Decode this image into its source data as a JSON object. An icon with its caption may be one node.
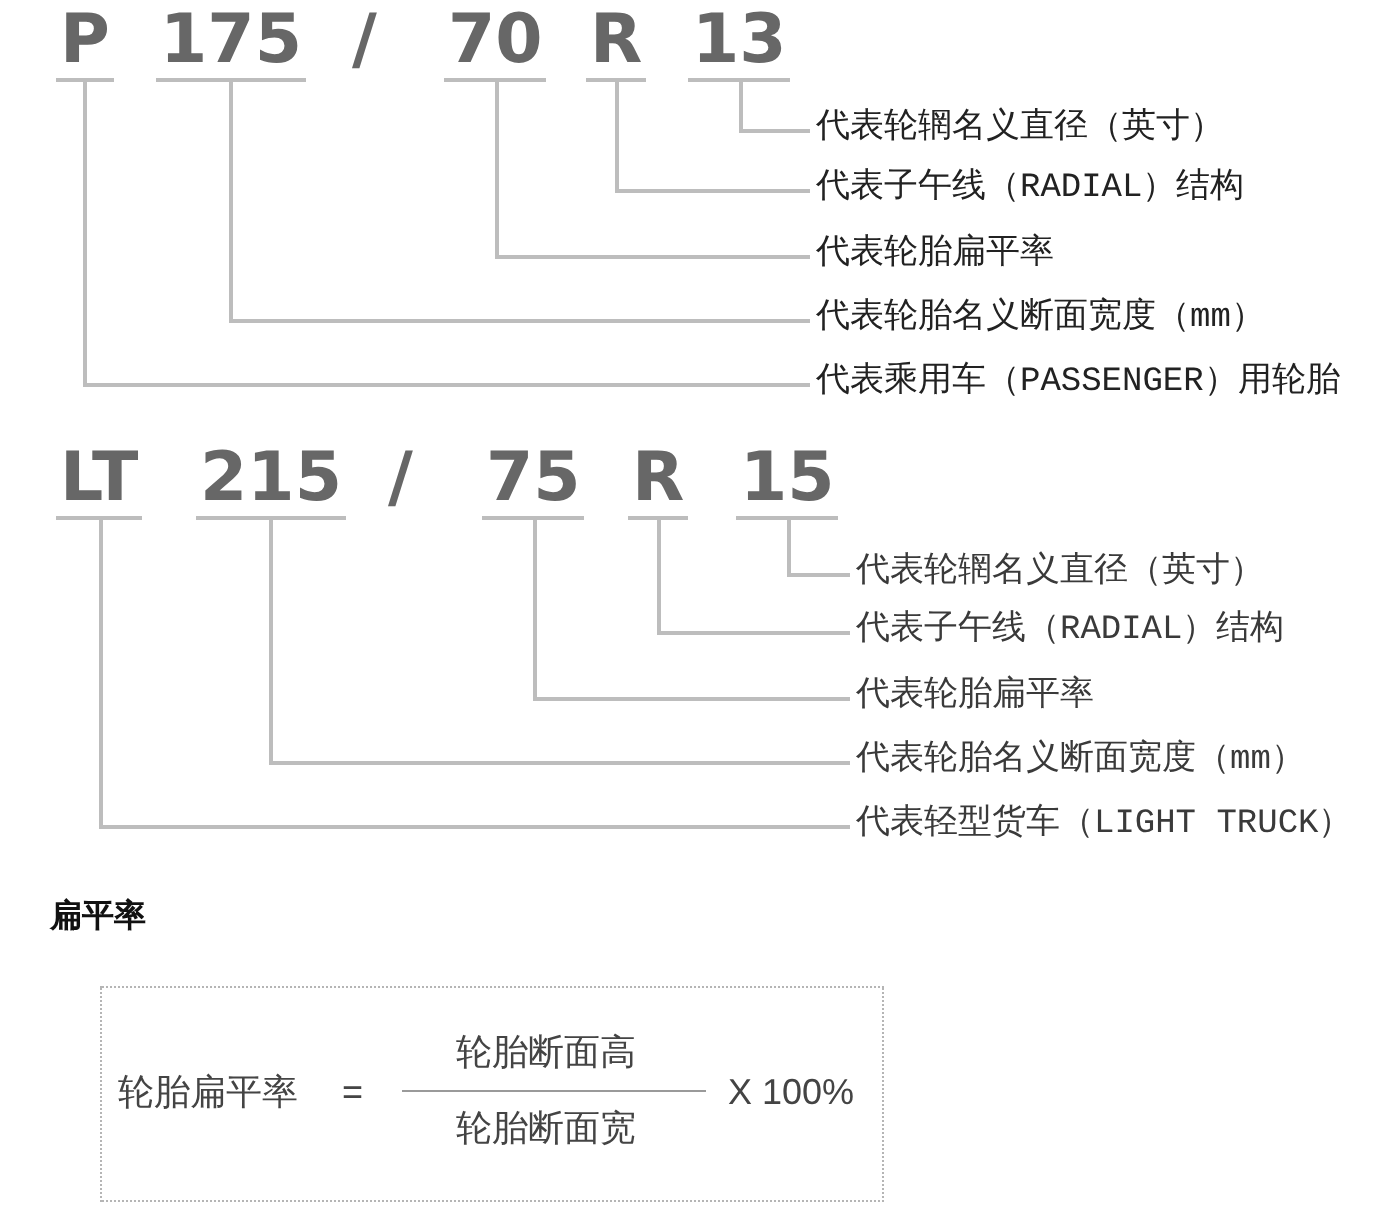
{
  "diagram": {
    "nodes": [
      {
        "text": [
          "P"
        ]
      },
      {
        "text": [
          "175"
        ]
      },
      {
        "text": [
          "70"
        ]
      },
      {
        "text": [
          "R"
        ]
      },
      {
        "text": [
          "13"
        ]
      },
      {
        "text": [
          "代表轮辋名义直径（英寸）"
        ]
      },
      {
        "text": [
          "代表子午线（RADIAL）结构"
        ]
      },
      {
        "text": [
          "代表轮胎扁平率"
        ]
      },
      {
        "text": [
          "代表轮胎名义断面宽度（mm）"
        ]
      },
      {
        "text": [
          "代表乘用车（PASSENGER）用轮胎"
        ]
      },
      {
        "text": [
          "LT"
        ]
      },
      {
        "text": [
          "215"
        ]
      },
      {
        "text": [
          "75"
        ]
      },
      {
        "text": [
          "R"
        ]
      },
      {
        "text": [
          "15"
        ]
      },
      {
        "text": [
          "代表轮辋名义直径（英寸）"
        ]
      },
      {
        "text": [
          "代表子午线（RADIAL）结构"
        ]
      },
      {
        "text": [
          "代表轮胎扁平率"
        ]
      },
      {
        "text": [
          "代表轮胎名义断面宽度（mm）"
        ]
      },
      {
        "text": [
          "代表轻型货车（LIGHT TRUCK）"
        ]
      },
      {
        "text": [
          "轮胎扁平率",
          "=",
          "轮胎断面高",
          "轮胎断面宽",
          "X 100%"
        ]
      }
    ],
    "edges": [
      {
        "from": 5,
        "to": 4,
        "arrow": "none"
      },
      {
        "from": 6,
        "to": 3,
        "arrow": "none"
      },
      {
        "from": 7,
        "to": 2,
        "arrow": "none"
      },
      {
        "from": 8,
        "to": 1,
        "arrow": "none"
      },
      {
        "from": 9,
        "to": 0,
        "arrow": "none"
      },
      {
        "from": 15,
        "to": 14,
        "arrow": "none"
      },
      {
        "from": 16,
        "to": 13,
        "arrow": "none"
      },
      {
        "from": 17,
        "to": 12,
        "arrow": "none"
      },
      {
        "from": 18,
        "to": 11,
        "arrow": "none"
      },
      {
        "from": 19,
        "to": 10,
        "arrow": "none"
      }
    ],
    "labels": [
      "/",
      "/",
      "扁平率"
    ]
  }
}
